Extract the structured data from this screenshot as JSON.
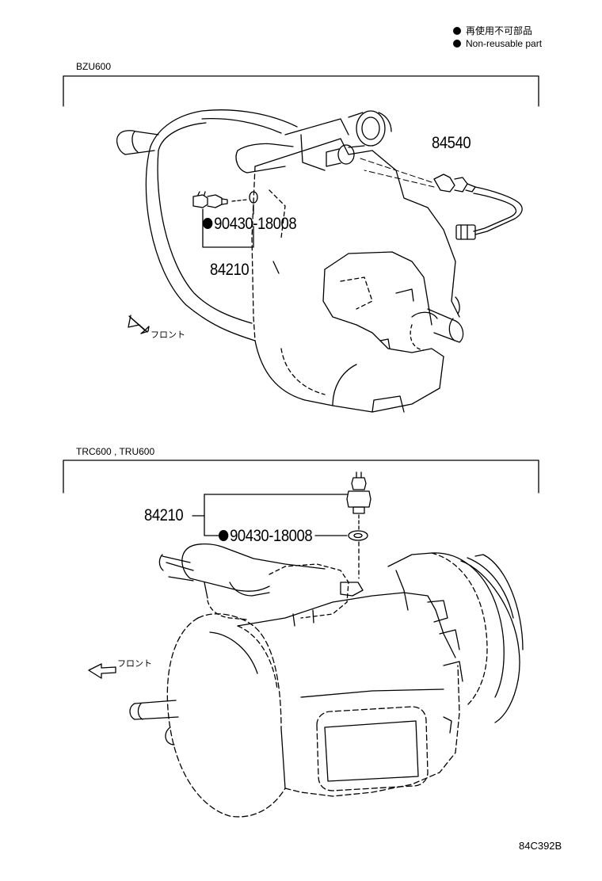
{
  "legend": {
    "line1": "再使用不可部品",
    "line2": "Non-reusable part"
  },
  "sections": [
    {
      "model": "BZU600",
      "parts": {
        "oil_temp_sensor": "84540",
        "gasket": "90430-18008",
        "switch": "84210"
      },
      "front_label": "フロント"
    },
    {
      "model": "TRC600 , TRU600",
      "parts": {
        "switch": "84210",
        "gasket": "90430-18008"
      },
      "front_label": "フロント"
    }
  ],
  "diagram_code": "84C392B"
}
